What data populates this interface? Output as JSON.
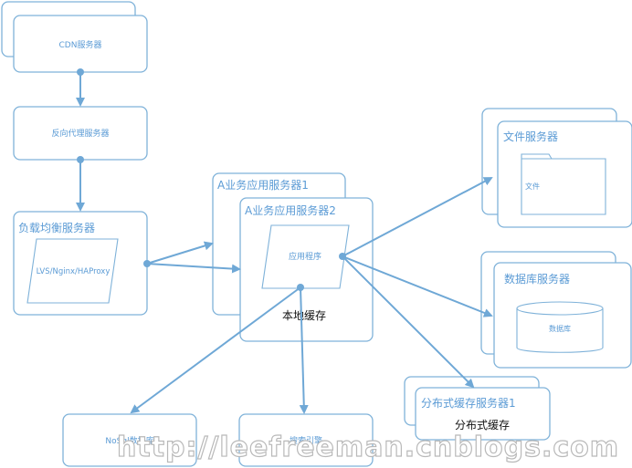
{
  "nodes": {
    "cdn": "CDN服务器",
    "reverse_proxy": "反向代理服务器",
    "load_balancer": "负载均衡服务器",
    "load_balancer_software": "LVS/Nginx/HAProxy",
    "app_server_1": "A业务应用服务器1",
    "app_server_2": "A业务应用服务器2",
    "app_program": "应用程序",
    "local_cache": "本地缓存",
    "file_server": "文件服务器",
    "file_label": "文件",
    "db_server": "数据库服务器",
    "db_label": "数据库",
    "dist_cache_server": "分布式缓存服务器1",
    "dist_cache": "分布式缓存",
    "nosql": "NoSql数据库",
    "search_engine": "搜索引擎"
  },
  "watermark": "http://leefreeman.cnblogs.com",
  "colors": {
    "line": "#6fa8d6",
    "border": "#7fb2d9",
    "label": "#5b9bd5"
  }
}
